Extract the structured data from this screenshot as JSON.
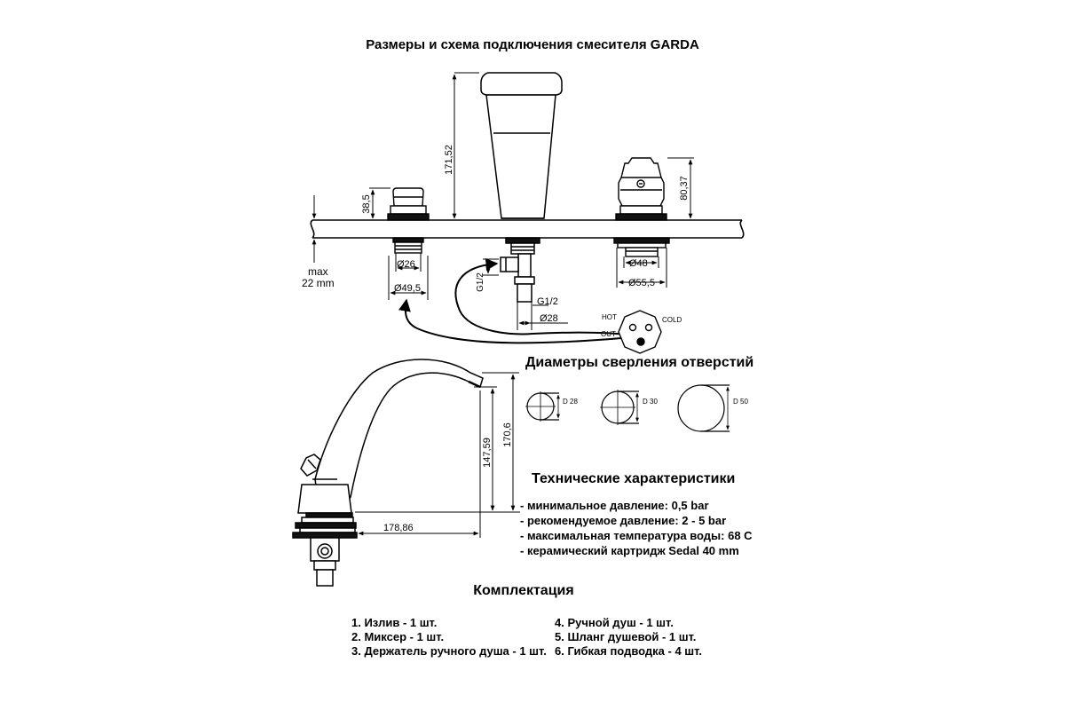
{
  "title": "Размеры и схема подключения смесителя GARDA",
  "top_view": {
    "dim_height_spout": "171,52",
    "dim_height_left": "38,5",
    "dim_height_right": "80,37",
    "max_label": "max",
    "max_value": "22 mm",
    "dim_d26": "Ø26",
    "dim_d49_5": "Ø49,5",
    "dim_d48": "Ø48",
    "dim_d55_5": "Ø55,5",
    "dim_g12_vertical": "G1/2",
    "dim_g12": "G1/2",
    "dim_d28": "Ø28",
    "port_hot": "HOT",
    "port_cold": "COLD",
    "port_out": "OUT"
  },
  "drilling": {
    "title": "Диаметры сверления отверстий",
    "holes": [
      {
        "label": "D 28",
        "diameter": 28
      },
      {
        "label": "D 30",
        "diameter": 30
      },
      {
        "label": "D 50",
        "diameter": 50
      }
    ]
  },
  "side_view": {
    "dim_147": "147,59",
    "dim_170": "170,6",
    "dim_178": "178,86"
  },
  "tech": {
    "title": "Технические характеристики",
    "items": [
      "- минимальное давление: 0,5 bar",
      "- рекомендуемое давление: 2 - 5 bar",
      "- максимальная температура воды: 68 С",
      "- керамический картридж Sedal 40 mm"
    ]
  },
  "kit": {
    "title": "Комплектация",
    "col1": [
      "1. Излив - 1 шт.",
      "2. Миксер - 1 шт.",
      "3. Держатель ручного душа - 1 шт."
    ],
    "col2": [
      "4. Ручной душ - 1 шт.",
      "5. Шланг душевой - 1 шт.",
      "6. Гибкая подводка - 4 шт."
    ]
  }
}
